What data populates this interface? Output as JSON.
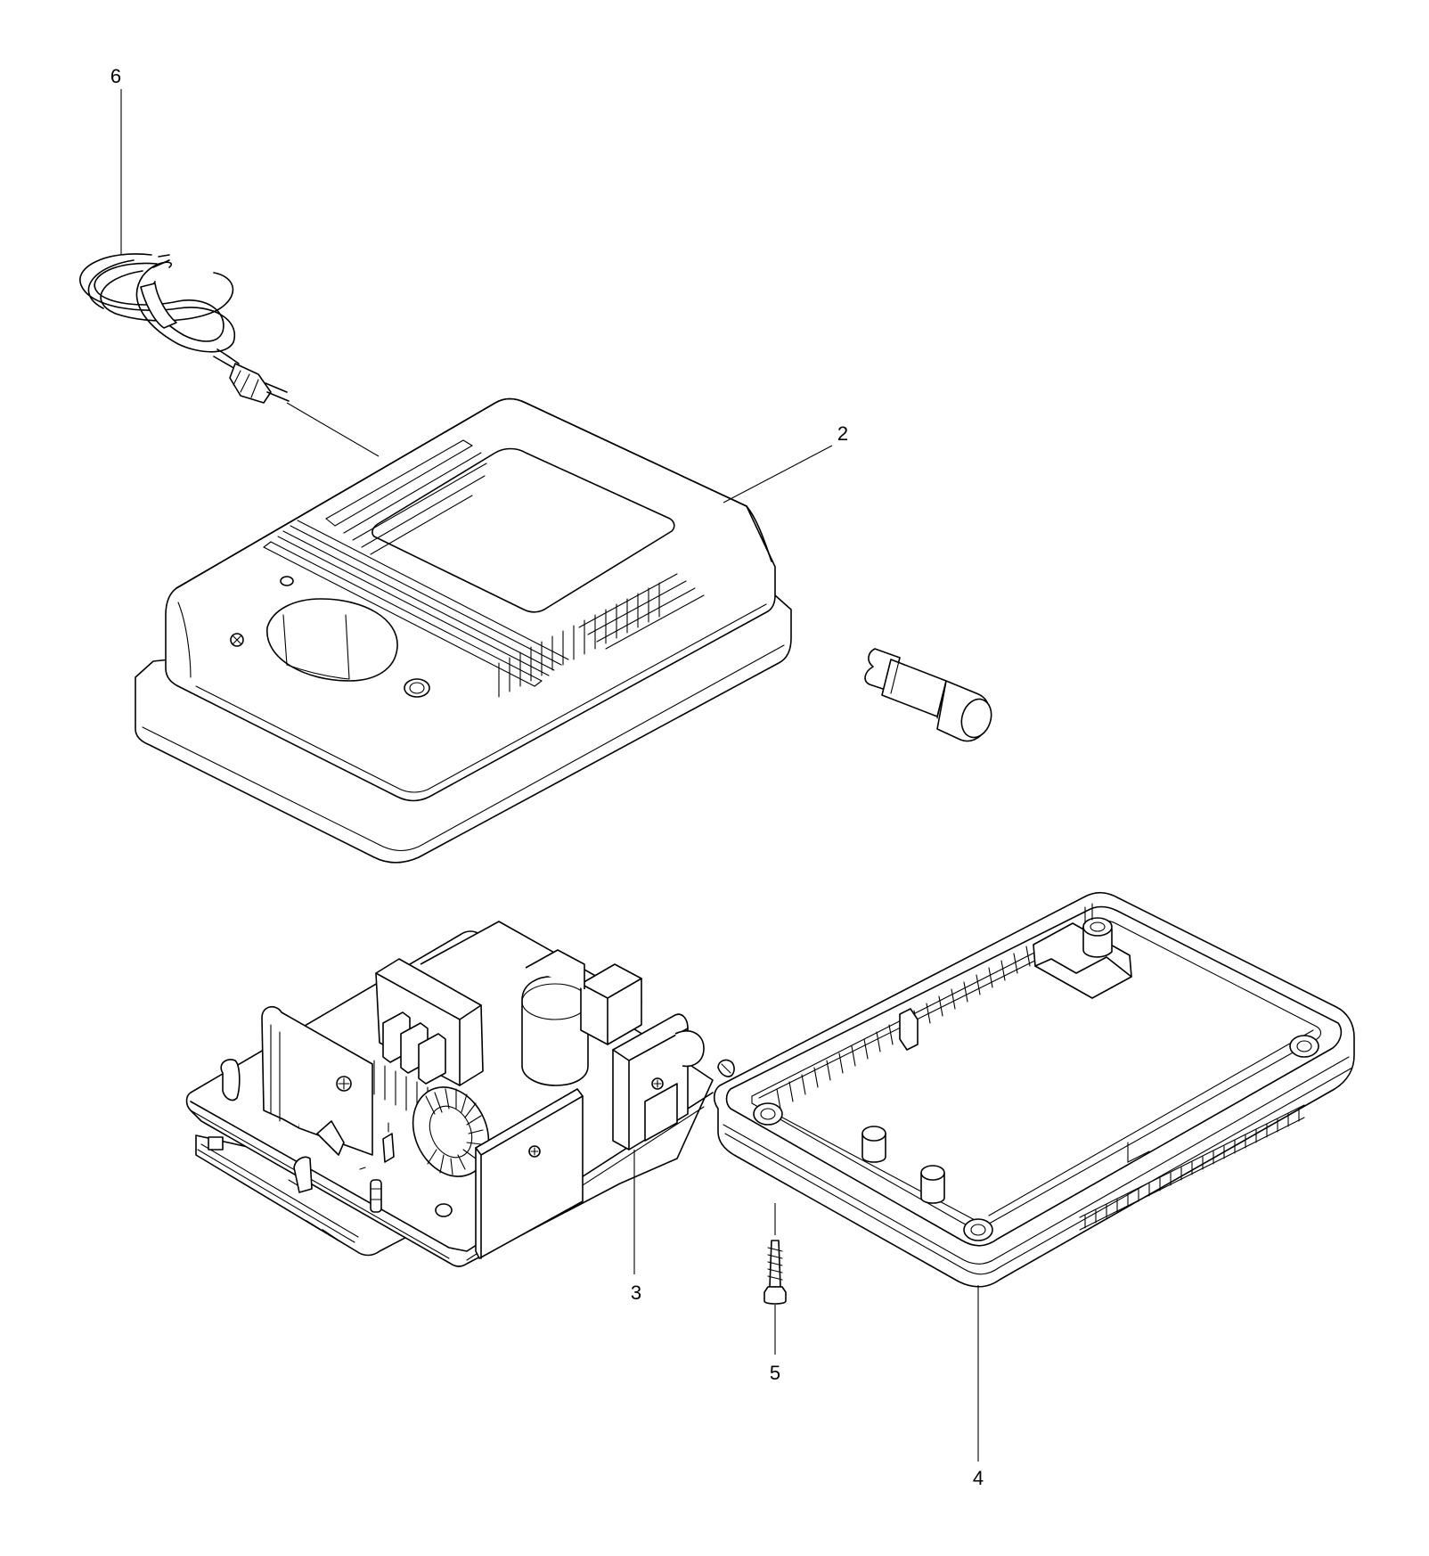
{
  "callouts": {
    "c6": "6",
    "c2": "2",
    "c3": "3",
    "c5": "5",
    "c4": "4"
  }
}
